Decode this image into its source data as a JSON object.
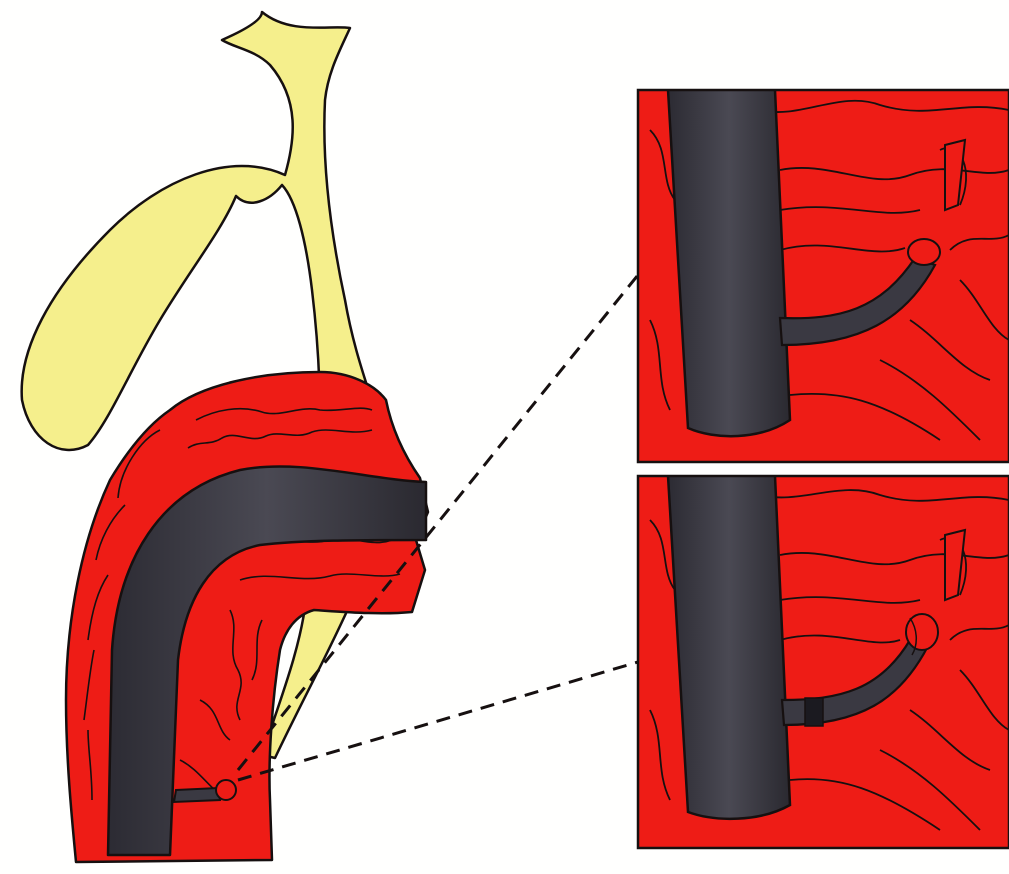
{
  "illustration": {
    "palette": {
      "background": "#fffffe",
      "bile_duct_yellow": "#f5ef8c",
      "duodenum_red": "#ee1c16",
      "endoscope_dark": "#3a3942",
      "outline": "#161010"
    },
    "components": [
      "gallbladder",
      "common-bile-duct",
      "duodenum",
      "endoscope",
      "papilla",
      "cannula",
      "detail-panel-top",
      "detail-panel-bottom",
      "dashed-leader-lines"
    ]
  }
}
